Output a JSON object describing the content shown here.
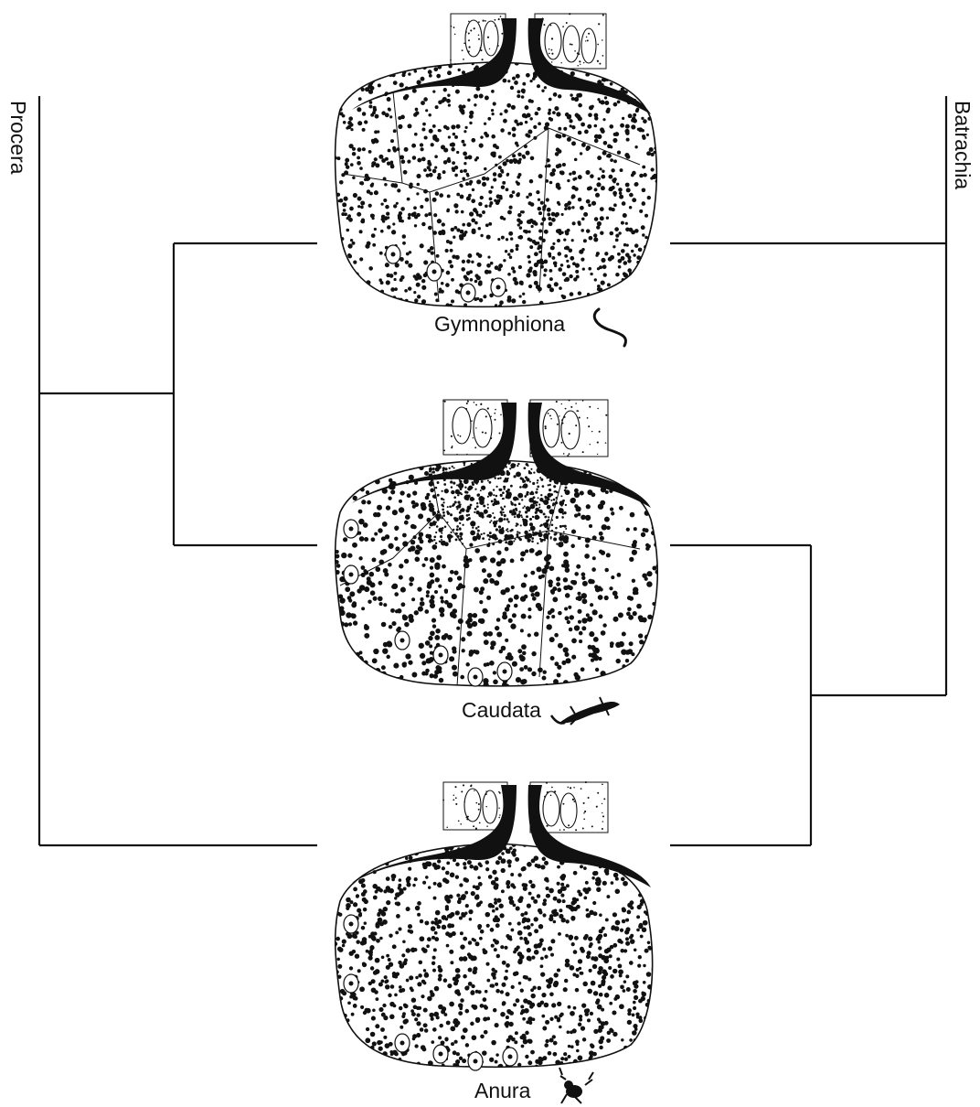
{
  "figure": {
    "clades": {
      "left": "Procera",
      "right": "Batrachia"
    },
    "taxa": [
      {
        "id": "gymnophiona",
        "label": "Gymnophiona",
        "icon": "caecilian-silhouette-icon"
      },
      {
        "id": "caudata",
        "label": "Caudata",
        "icon": "salamander-silhouette-icon"
      },
      {
        "id": "anura",
        "label": "Anura",
        "icon": "frog-silhouette-icon"
      }
    ],
    "colors": {
      "ink": "#111111",
      "background": "#ffffff"
    }
  }
}
